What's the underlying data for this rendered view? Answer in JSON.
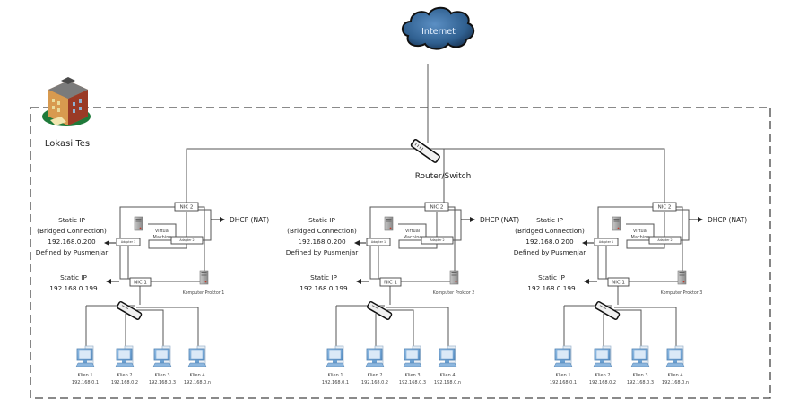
{
  "internet": {
    "label": "Internet"
  },
  "site": {
    "label": "Lokasi Tes"
  },
  "router": {
    "label": "Router/Switch"
  },
  "clusters": [
    {
      "nic2": "NIC 2",
      "nic1": "NIC 1",
      "adapter1": "Adapter 1",
      "adapter2": "Adapter 2",
      "vm_line1": "Virtual",
      "vm_line2": "Machine",
      "dhcp": "DHCP (NAT)",
      "bridged_lines": [
        "Static IP",
        "(Bridged Connection)",
        "192.168.0.200",
        "Defined by Pusmenjar"
      ],
      "static_lines": [
        "Static IP",
        "192.168.0.199"
      ],
      "proktor": "Komputer Proktor 1",
      "clients": [
        {
          "name": "Klien 1",
          "ip": "192.168.0.1"
        },
        {
          "name": "Klien 2",
          "ip": "192.168.0.2"
        },
        {
          "name": "Klien 3",
          "ip": "192.168.0.3"
        },
        {
          "name": "Klien 4",
          "ip": "192.168.0.n"
        }
      ]
    },
    {
      "nic2": "NIC 2",
      "nic1": "NIC 1",
      "adapter1": "Adapter 1",
      "adapter2": "Adapter 2",
      "vm_line1": "Virtual",
      "vm_line2": "Machine",
      "dhcp": "DHCP (NAT)",
      "bridged_lines": [
        "Static IP",
        "(Bridged Connection)",
        "192.168.0.200",
        "Defined by Pusmenjar"
      ],
      "static_lines": [
        "Static IP",
        "192.168.0.199"
      ],
      "proktor": "Komputer Proktor 2",
      "clients": [
        {
          "name": "Klien 1",
          "ip": "192.168.0.1"
        },
        {
          "name": "Klien 2",
          "ip": "192.168.0.2"
        },
        {
          "name": "Klien 3",
          "ip": "192.168.0.3"
        },
        {
          "name": "Klien 4",
          "ip": "192.168.0.n"
        }
      ]
    },
    {
      "nic2": "NIC 2",
      "nic1": "NIC 1",
      "adapter1": "Adapter 1",
      "adapter2": "Adapter 2",
      "vm_line1": "Virtual",
      "vm_line2": "Machine",
      "dhcp": "DHCP (NAT)",
      "bridged_lines": [
        "Static IP",
        "(Bridged Connection)",
        "192.168.0.200",
        "Defined by Pusmenjar"
      ],
      "static_lines": [
        "Static IP",
        "192.168.0.199"
      ],
      "proktor": "Komputer Proktor 3",
      "clients": [
        {
          "name": "Klien 1",
          "ip": "192.168.0.1"
        },
        {
          "name": "Klien 2",
          "ip": "192.168.0.2"
        },
        {
          "name": "Klien 3",
          "ip": "192.168.0.3"
        },
        {
          "name": "Klien 4",
          "ip": "192.168.0.n"
        }
      ]
    }
  ],
  "colors": {
    "cloud": "#2f5f8f",
    "wire": "#444444",
    "monitor": "#6a9fd0",
    "boundary": "#444444"
  }
}
